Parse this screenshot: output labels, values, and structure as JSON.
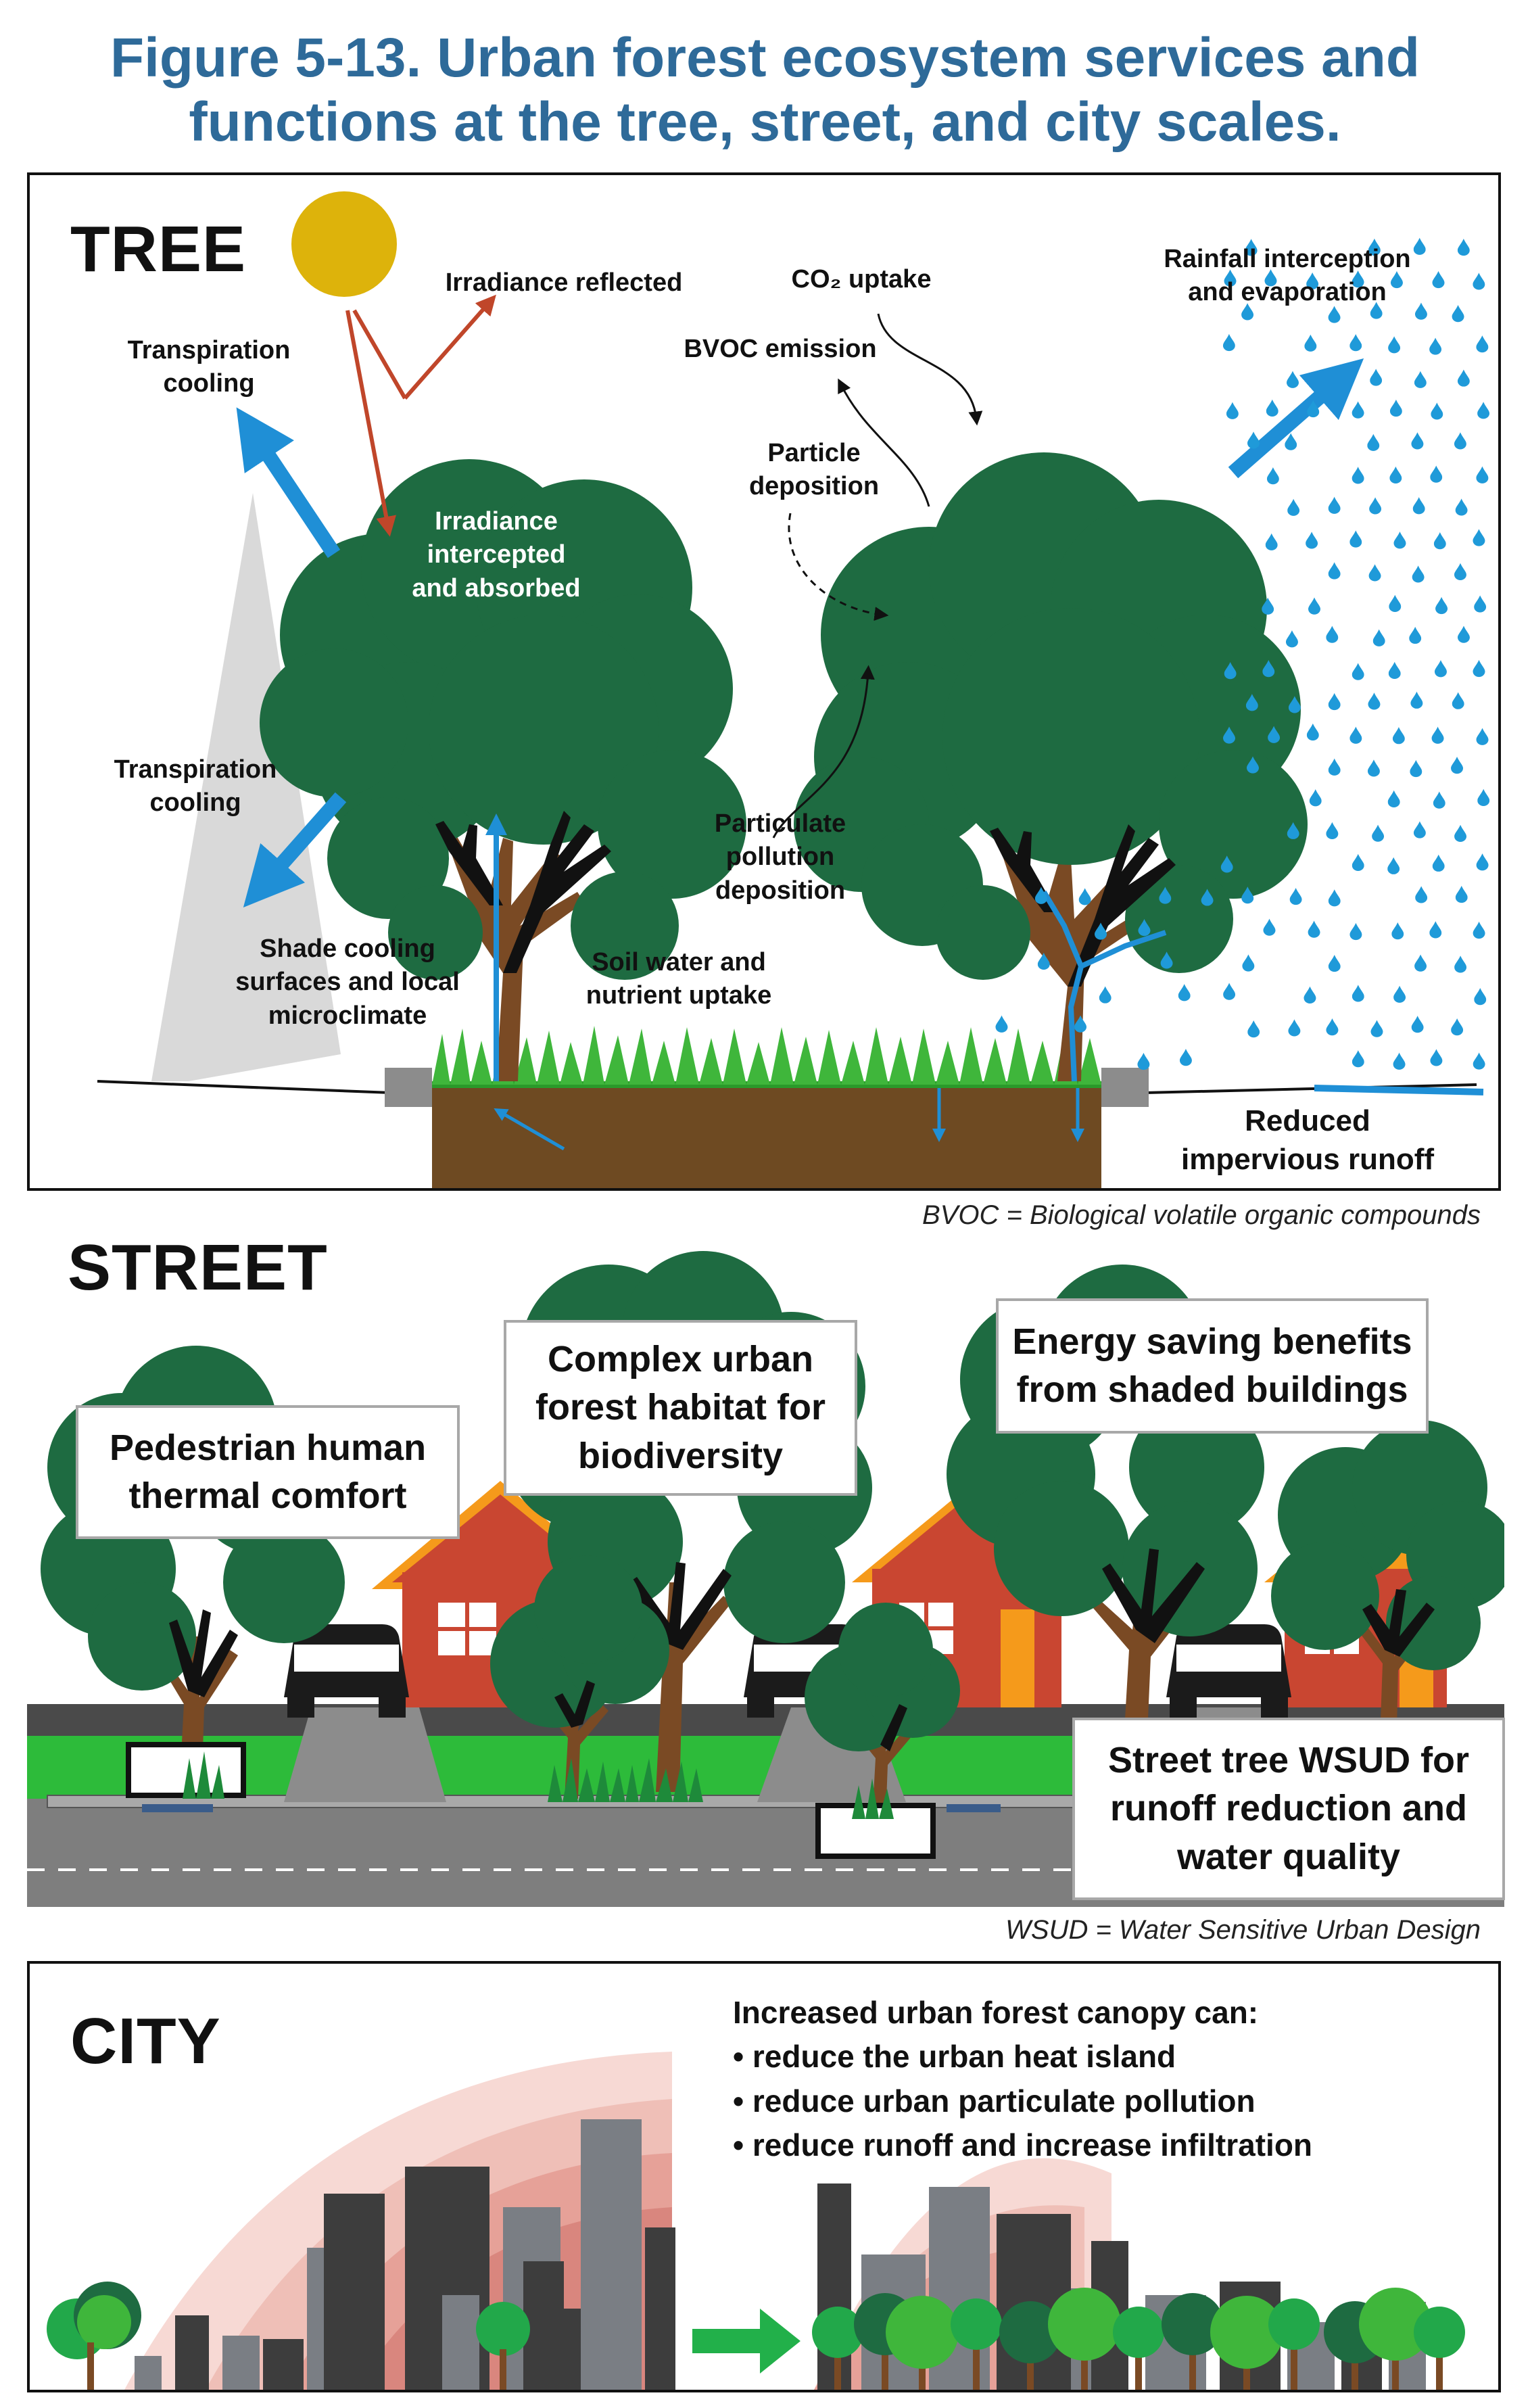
{
  "title": {
    "line1": "Figure 5-13. Urban forest ecosystem services and",
    "line2": "functions at the tree, street, and city scales."
  },
  "colors": {
    "title": "#2e6a99",
    "tree_canopy": "#1e6b41",
    "trunk": "#7a4a24",
    "water_arrow": "#1f8fd6",
    "irradiance_arrow": "#c0462a",
    "sun": "#ddb30b",
    "grass": "#3fb63b",
    "soil": "#6e4a22",
    "house": "#c94631",
    "roof": "#f59a1b",
    "heat": "#d9867e",
    "city_arrow": "#22b04a"
  },
  "tree_panel": {
    "heading": "TREE",
    "labels": {
      "transpiration_top": "Transpiration\ncooling",
      "irradiance_reflected": "Irradiance reflected",
      "irradiance_absorbed": "Irradiance\nintercepted\nand absorbed",
      "transpiration_bottom": "Transpiration\ncooling",
      "shade_cooling": "Shade cooling\nsurfaces and local\nmicroclimate",
      "soil_water": "Soil water and\nnutrient uptake",
      "co2_uptake": "CO₂ uptake",
      "bvoc_emission": "BVOC emission",
      "particle_deposition": "Particle\ndeposition",
      "particulate_pollution": "Particulate\npollution\ndeposition",
      "rainfall": "Rainfall interception\nand evaporation",
      "reduced_runoff": "Reduced\nimpervious runoff"
    },
    "caption": "BVOC = Biological volatile organic compounds",
    "icons": [
      "sun-icon",
      "tree-icon",
      "raindrop-icon",
      "arrow-icon"
    ]
  },
  "street_panel": {
    "heading": "STREET",
    "boxes": {
      "pedestrian": "Pedestrian human\nthermal comfort",
      "habitat": "Complex urban\nforest habitat for\nbiodiversity",
      "energy": "Energy saving benefits\nfrom shaded buildings",
      "wsud": "Street tree WSUD for\nrunoff reduction and\nwater quality"
    },
    "caption": "WSUD = Water Sensitive Urban Design",
    "icons": [
      "house-icon",
      "car-icon",
      "tree-icon",
      "grass-icon"
    ]
  },
  "city_panel": {
    "heading": "CITY",
    "intro": "Increased urban forest canopy can:",
    "bullets": [
      "• reduce the urban heat island",
      "• reduce urban particulate pollution",
      "• reduce runoff and increase infiltration"
    ],
    "icons": [
      "building-icon",
      "heat-dome-icon",
      "green-arrow-icon",
      "tree-icon"
    ]
  }
}
